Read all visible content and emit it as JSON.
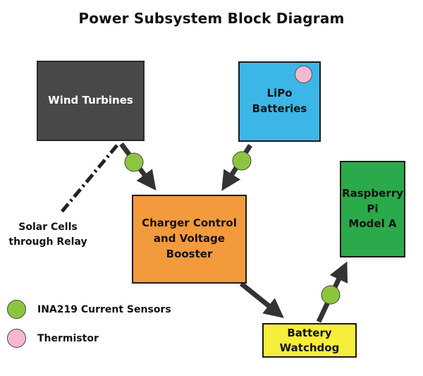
{
  "title": "Power Subsystem Block Diagram",
  "blocks": {
    "wind": "Wind Turbines",
    "lipo": "LiPo Batteries",
    "charger": "Charger Control\nand Voltage Booster",
    "rpi": "Raspberry\nPi\nModel A",
    "watchdog": "Battery\nWatchdog"
  },
  "solar_label": "Solar Cells\nthrough Relay",
  "legend": {
    "sensor": "INA219 Current Sensors",
    "thermistor": "Thermistor"
  },
  "colors": {
    "sensor": "#8cc63f",
    "thermistor": "#f5b8d2",
    "wind": "#484848",
    "lipo": "#3cb6e6",
    "charger": "#f39a3d",
    "rpi": "#2aaa4a",
    "watchdog": "#f6ee3b"
  }
}
